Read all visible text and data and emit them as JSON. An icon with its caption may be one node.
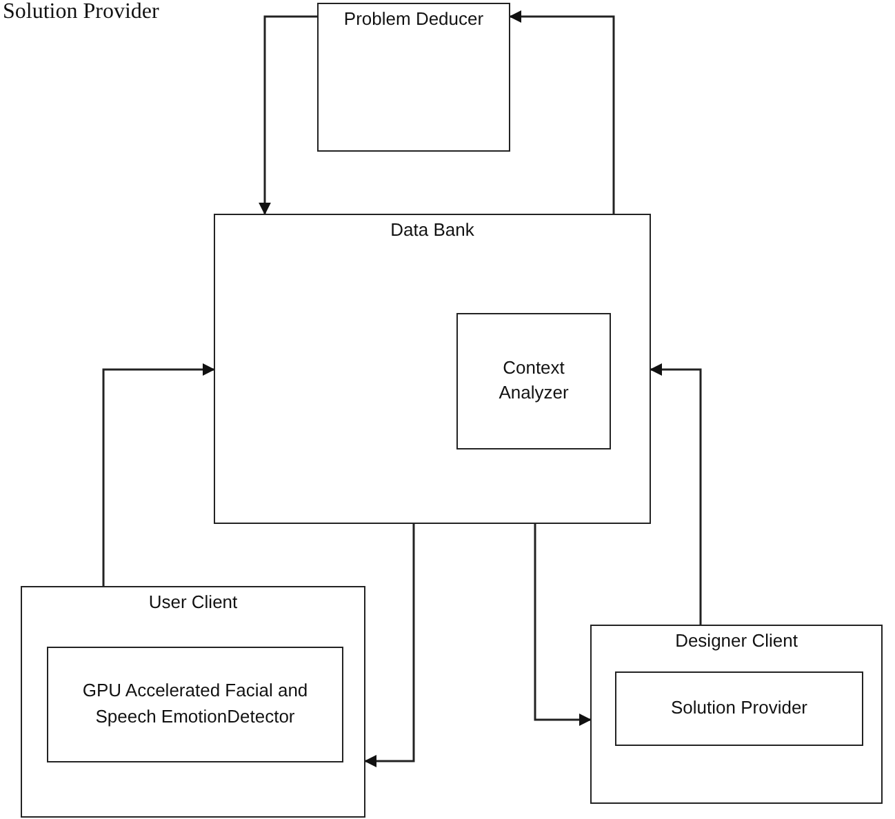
{
  "diagram": {
    "nodes": [
      {
        "text": [
          "Problem Deducer"
        ]
      },
      {
        "text": [
          "Data Bank"
        ]
      },
      {
        "text": [
          "Context Analyzer"
        ],
        "in": 1
      },
      {
        "text": [
          "User Client"
        ]
      },
      {
        "text": [
          "GPU Accelerated Facial and Speech EmotionDetector"
        ],
        "in": 3
      },
      {
        "text": [
          "Designer Client"
        ]
      },
      {
        "text": [
          "Solution Provider"
        ],
        "in": 5
      }
    ],
    "edges": [
      {
        "from": 0,
        "to": 1,
        "arrow": "to"
      },
      {
        "from": 1,
        "to": 0,
        "arrow": "to"
      },
      {
        "from": 3,
        "to": 1,
        "arrow": "to"
      },
      {
        "from": 1,
        "to": 3,
        "arrow": "to"
      },
      {
        "from": 1,
        "to": 5,
        "arrow": "to"
      },
      {
        "from": 5,
        "to": 1,
        "arrow": "to"
      }
    ],
    "labels": [
      "Solution Provider"
    ]
  }
}
